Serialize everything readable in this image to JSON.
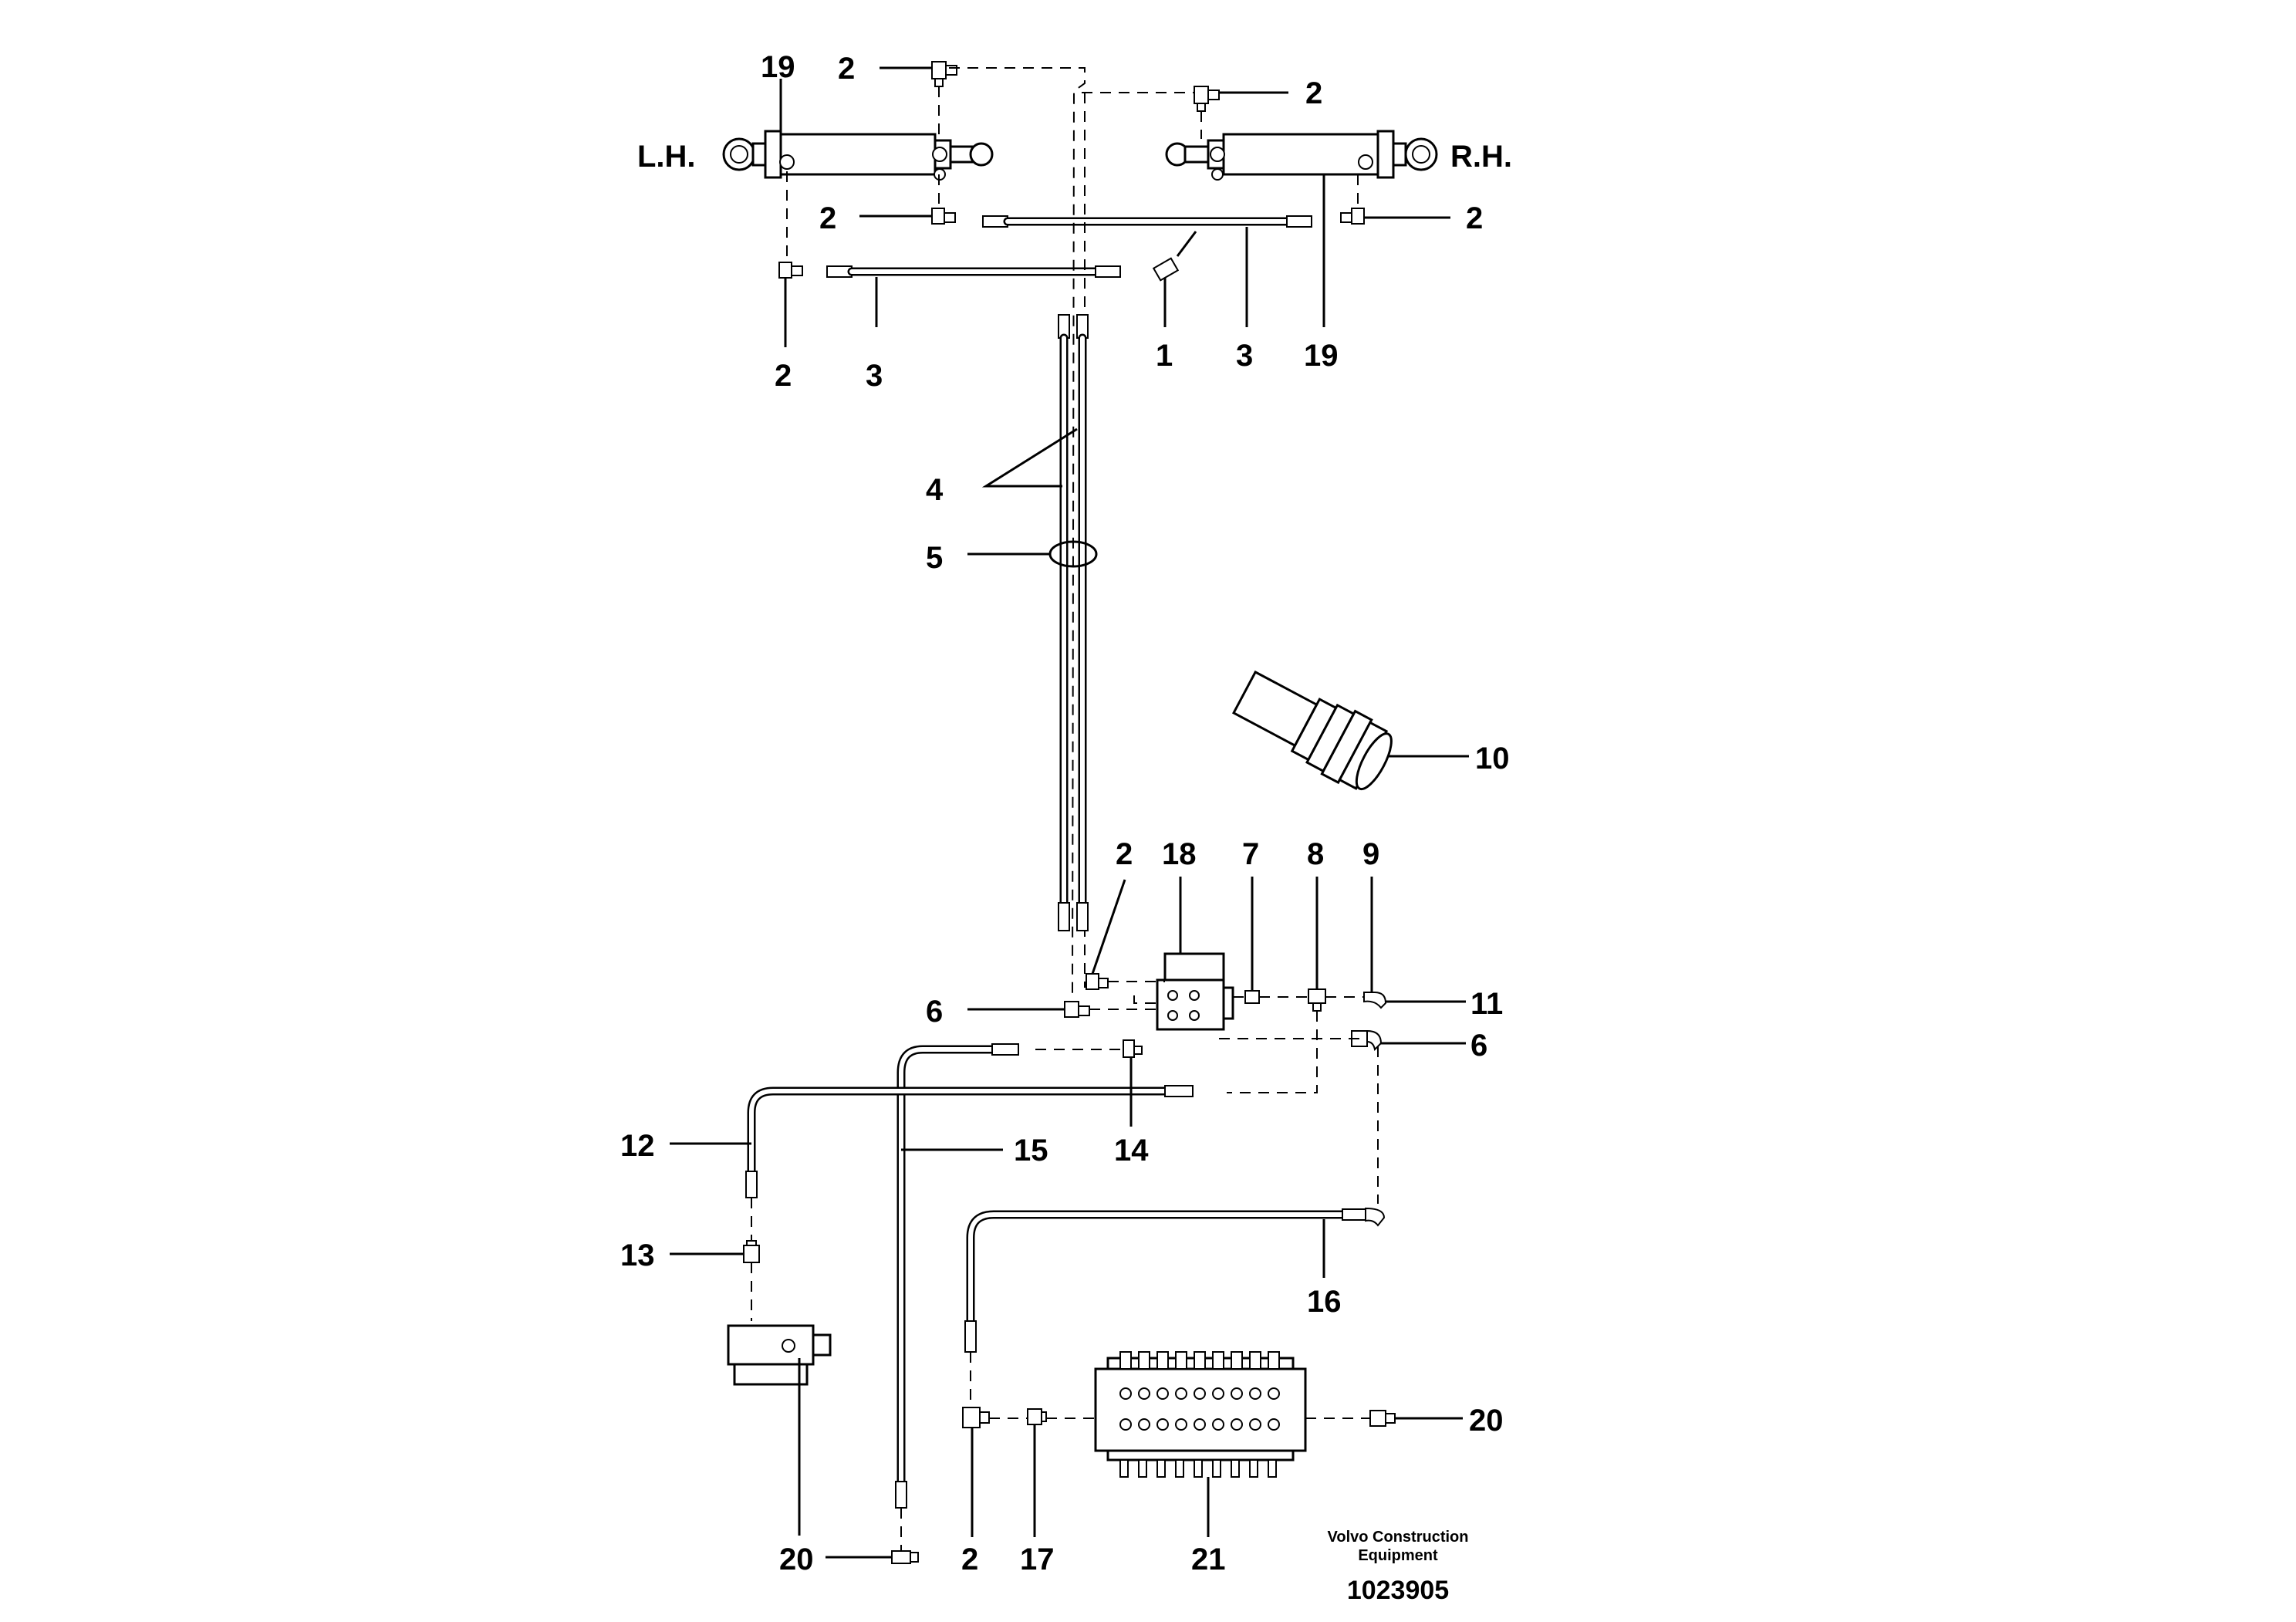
{
  "side_labels": {
    "left": "L.H.",
    "right": "R.H."
  },
  "callouts": {
    "c19_lh": "19",
    "c2_top_left": "2",
    "c2_top_right": "2",
    "c2_mid_left": "2",
    "c2_mid_right": "2",
    "c2_lower_left": "2",
    "c3_left": "3",
    "c1": "1",
    "c3_right": "3",
    "c19_rh": "19",
    "c4": "4",
    "c5": "5",
    "c10": "10",
    "c2_valve": "2",
    "c18": "18",
    "c7": "7",
    "c8": "8",
    "c9": "9",
    "c6_left": "6",
    "c11": "11",
    "c6_right": "6",
    "c12": "12",
    "c15": "15",
    "c14": "14",
    "c13": "13",
    "c16": "16",
    "c20_right": "20",
    "c20_bottom": "20",
    "c2_bottom": "2",
    "c17": "17",
    "c21": "21"
  },
  "footer": {
    "company_line1": "Volvo Construction",
    "company_line2": "Equipment",
    "drawing_number": "1023905"
  },
  "colors": {
    "ink": "#000000",
    "paper": "#ffffff"
  }
}
